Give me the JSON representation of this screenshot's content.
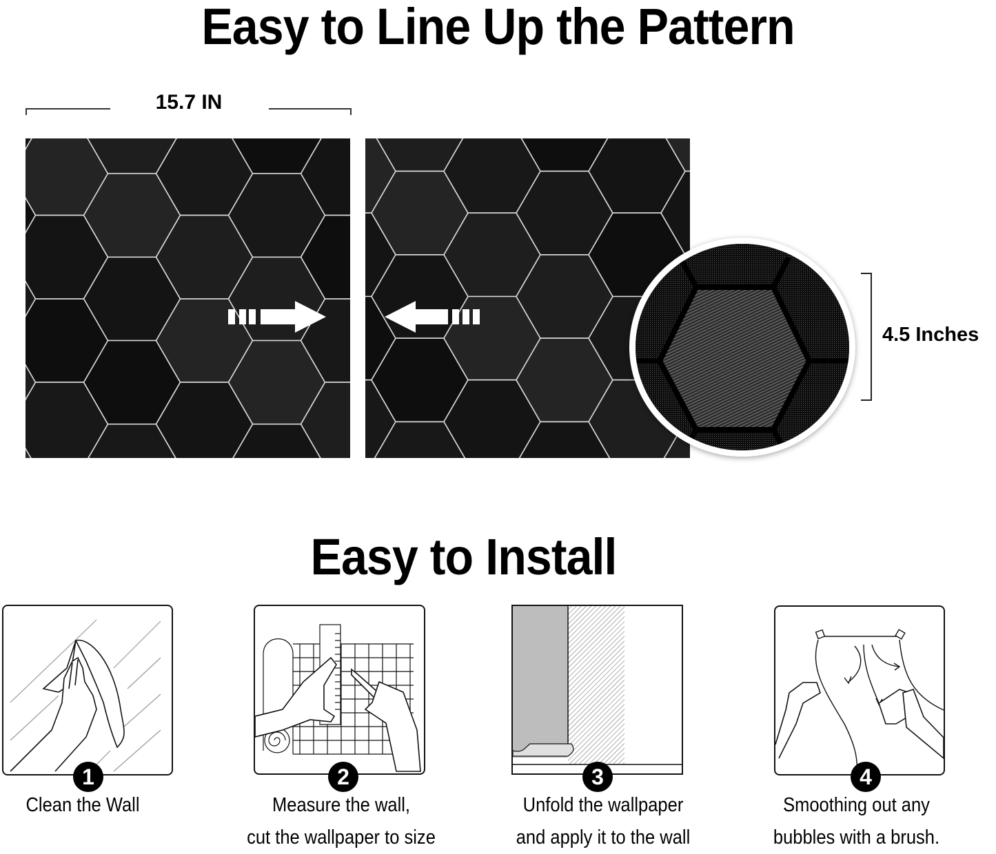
{
  "section_pattern": {
    "title": "Easy to Line Up the Pattern",
    "width_label": "15.7 IN",
    "hex_size_label": "4.5 Inches",
    "left_panel_arrow": "arrow-right",
    "right_panel_arrow": "arrow-left",
    "pattern_colors": {
      "background": "#0b0b0b",
      "hex_line": "#d9d9d9",
      "loupe_border": "#ffffff"
    }
  },
  "section_install": {
    "title": "Easy to Install",
    "steps": [
      {
        "number": "1",
        "line1": "Clean the Wall",
        "line2": ""
      },
      {
        "number": "2",
        "line1": "Measure the wall,",
        "line2": "cut the wallpaper to size"
      },
      {
        "number": "3",
        "line1": "Unfold the wallpaper",
        "line2": "and apply it to the wall"
      },
      {
        "number": "4",
        "line1": "Smoothing out any",
        "line2": "bubbles with a brush."
      }
    ]
  }
}
